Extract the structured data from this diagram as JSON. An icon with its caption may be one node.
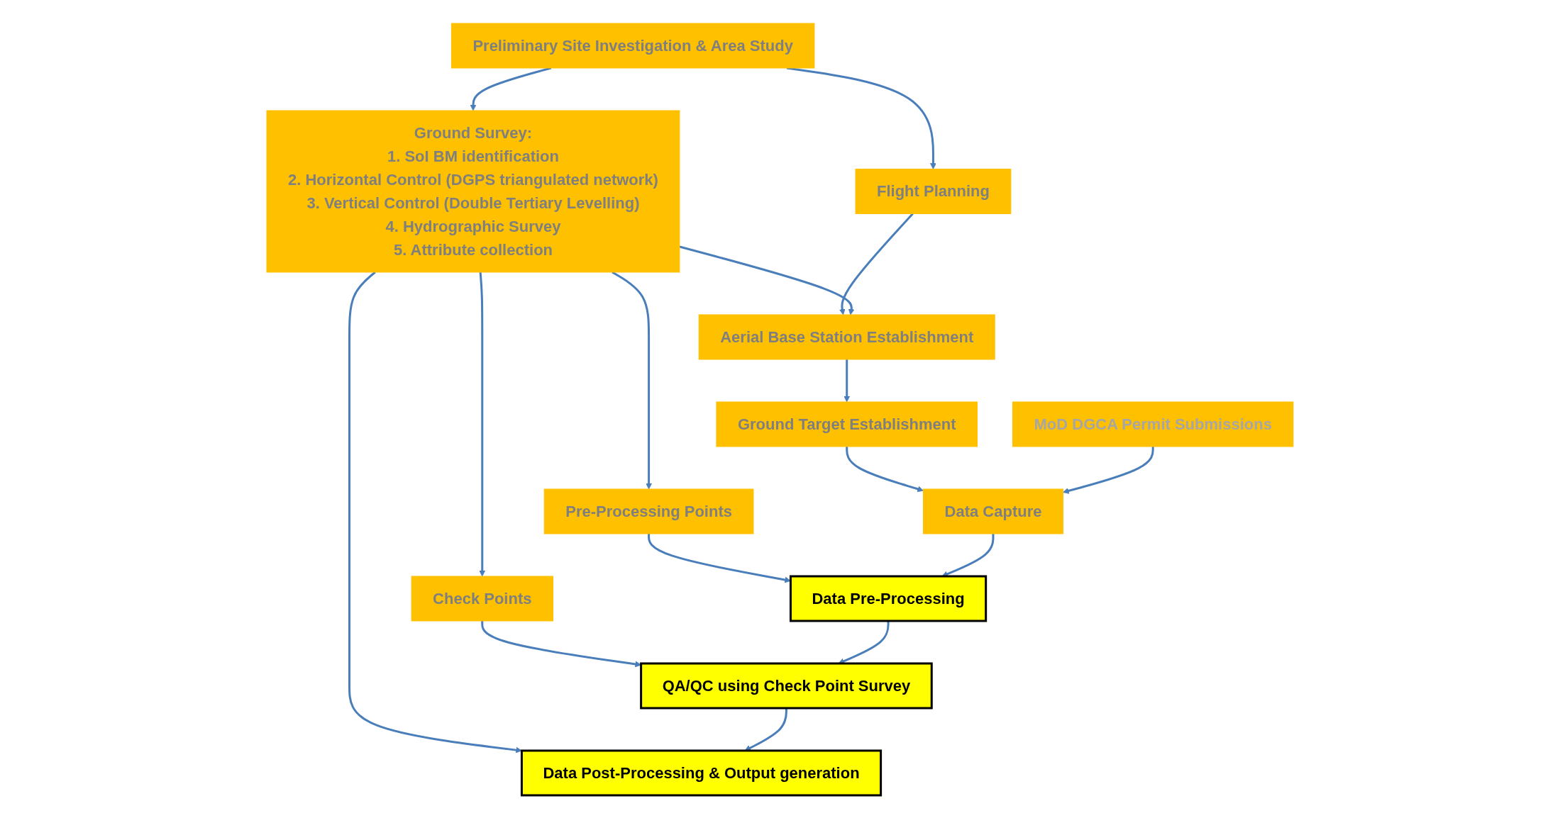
{
  "diagram": {
    "nodes": [
      {
        "text": [
          "Preliminary Site Investigation & Area Study"
        ]
      },
      {
        "text": [
          "MoD DGCA Permit Submissions"
        ]
      },
      {
        "text": [
          "Ground Survey:",
          "1. SoI BM identification",
          "2. Horizontal Control (DGPS triangulated network)",
          "3. Vertical Control (Double Tertiary Levelling)",
          "4. Hydrographic Survey",
          "5. Attribute collection"
        ]
      },
      {
        "text": [
          "Flight Planning"
        ]
      },
      {
        "text": [
          "Aerial Base Station Establishment"
        ]
      },
      {
        "text": [
          "Ground Target Establishment"
        ]
      },
      {
        "text": [
          "Pre-Processing Points"
        ]
      },
      {
        "text": [
          "Check Points"
        ]
      },
      {
        "text": [
          "Data Capture"
        ]
      },
      {
        "text": [
          "Data Pre-Processing"
        ]
      },
      {
        "text": [
          "QA/QC using Check Point Survey"
        ]
      },
      {
        "text": [
          "Data Post-Processing & Output generation"
        ]
      }
    ],
    "edges": [
      {
        "from": 0,
        "to": 2,
        "arrow": "to"
      },
      {
        "from": 0,
        "to": 3,
        "arrow": "to"
      },
      {
        "from": 3,
        "to": 4,
        "arrow": "to"
      },
      {
        "from": 2,
        "to": 4,
        "arrow": "to"
      },
      {
        "from": 4,
        "to": 5,
        "arrow": "to"
      },
      {
        "from": 5,
        "to": 8,
        "arrow": "to"
      },
      {
        "from": 1,
        "to": 8,
        "arrow": "to"
      },
      {
        "from": 2,
        "to": 6,
        "arrow": "to"
      },
      {
        "from": 2,
        "to": 7,
        "arrow": "to"
      },
      {
        "from": 2,
        "to": 11,
        "arrow": "to"
      },
      {
        "from": 6,
        "to": 9,
        "arrow": "to"
      },
      {
        "from": 7,
        "to": 10,
        "arrow": "to"
      },
      {
        "from": 8,
        "to": 9,
        "arrow": "to"
      },
      {
        "from": 9,
        "to": 10,
        "arrow": "to"
      },
      {
        "from": 10,
        "to": 11,
        "arrow": "to"
      }
    ]
  }
}
